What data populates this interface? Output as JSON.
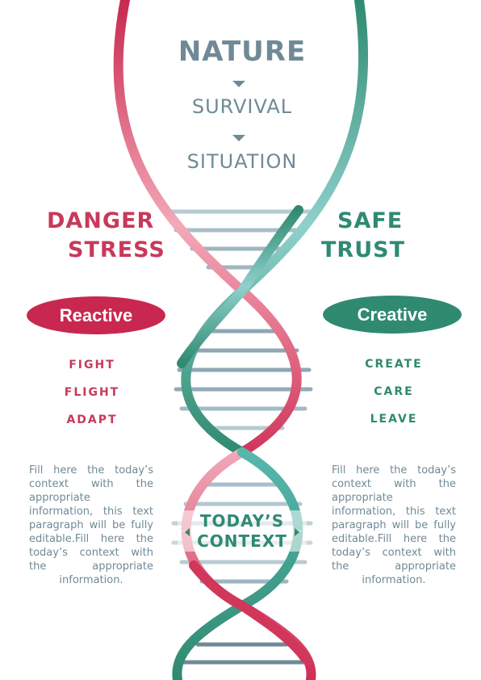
{
  "top": {
    "nature": "NATURE",
    "survival": "SURVIVAL",
    "situation": "SITUATION"
  },
  "left": {
    "line1": "DANGER",
    "line2": "STRESS",
    "pill": "Reactive",
    "items": [
      "FIGHT",
      "FLIGHT",
      "ADAPT"
    ],
    "paragraph": "Fill here the today’s context with the appropriate information, this text paragraph will be fully editable.Fill here the today’s context with the appropriate information."
  },
  "right": {
    "line1": "SAFE",
    "line2": "TRUST",
    "pill": "Creative",
    "items": [
      "CREATE",
      "CARE",
      "LEAVE"
    ],
    "paragraph": "Fill here the today’s context with the appropriate information, this text paragraph will be fully editable.Fill here the today’s context with the appropriate information."
  },
  "center": {
    "line1": "TODAY’S",
    "line2": "CONTEXT"
  },
  "colors": {
    "red": "#c8395a",
    "green": "#2f8a70",
    "gray": "#6f8a96"
  }
}
